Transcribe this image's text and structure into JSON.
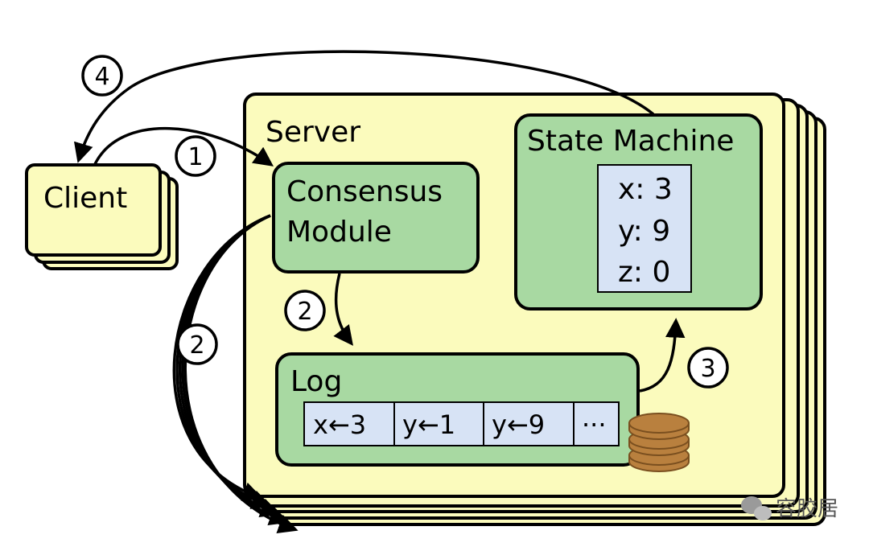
{
  "client": {
    "label": "Client"
  },
  "server": {
    "label": "Server"
  },
  "consensus": {
    "line1": "Consensus",
    "line2": "Module"
  },
  "state_machine": {
    "title": "State Machine",
    "entries": [
      "x: 3",
      "y: 9",
      "z: 0"
    ]
  },
  "log": {
    "title": "Log",
    "cells": [
      "x←3",
      "y←1",
      "y←9",
      "···"
    ]
  },
  "steps": {
    "s1": "1",
    "s2a": "2",
    "s2b": "2",
    "s3": "3",
    "s4": "4"
  },
  "watermark": {
    "text": "容胶居"
  },
  "colors": {
    "client_fill": "#fbfbbd",
    "server_fill": "#fbfbbd",
    "module_fill": "#a8d9a2",
    "table_fill": "#d7e3f5",
    "disk_fill": "#b9803e"
  }
}
